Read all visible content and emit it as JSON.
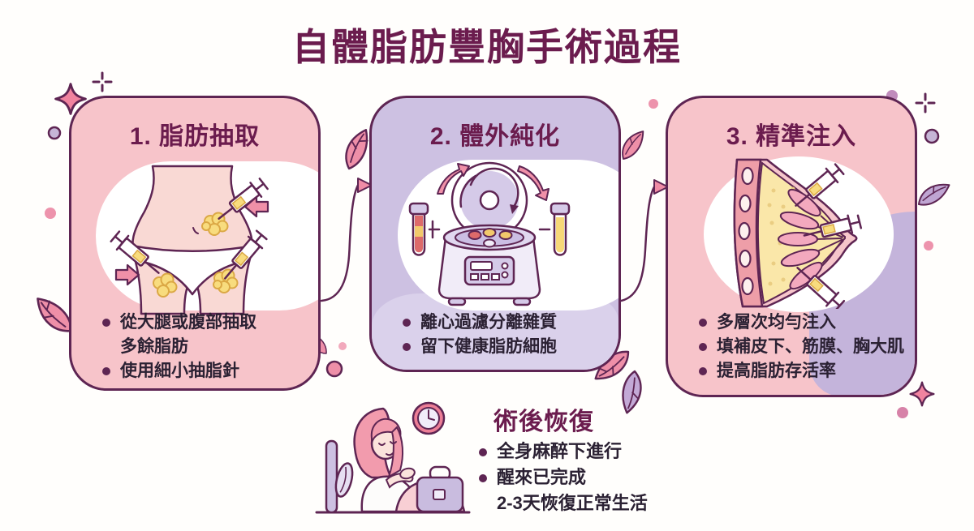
{
  "title": "自體脂肪豐胸手術過程",
  "steps": [
    {
      "heading": "1. 脂肪抽取",
      "illustration": "liposuction-body",
      "items": [
        {
          "text": "從大腿或腹部抽取"
        },
        {
          "text": "多餘脂肪"
        },
        {
          "text": "使用細小抽脂針"
        }
      ]
    },
    {
      "heading": "2. 體外純化",
      "illustration": "centrifuge-machine",
      "items": [
        {
          "text": "離心過濾分離雜質"
        },
        {
          "text": "留下健康脂肪細胞"
        }
      ]
    },
    {
      "heading": "3. 精準注入",
      "illustration": "breast-cross-section",
      "items": [
        {
          "text": "多層次均勻注入"
        },
        {
          "text": "填補皮下、筋膜、胸大肌"
        },
        {
          "text": "提高脂肪存活率"
        }
      ]
    }
  ],
  "recovery": {
    "heading": "術後恢復",
    "illustration": "resting-patient",
    "items": [
      {
        "text": "全身麻醉下進行"
      },
      {
        "text": "醒來已完成"
      },
      {
        "text": "2-3天恢復正常生活"
      }
    ]
  },
  "colors": {
    "background": "#FFFEFC",
    "title_text": "#6B1C4E",
    "panel_border": "#5E2553",
    "panel_pink": "#F7C4CA",
    "panel_lavender": "#CDC1E2",
    "lavender_light": "#DAD1EB",
    "lavender_deep": "#C4B4DB",
    "body_text": "#2B2133",
    "accent_pink": "#F08CA6",
    "fat_yellow": "#F8DC7E"
  }
}
